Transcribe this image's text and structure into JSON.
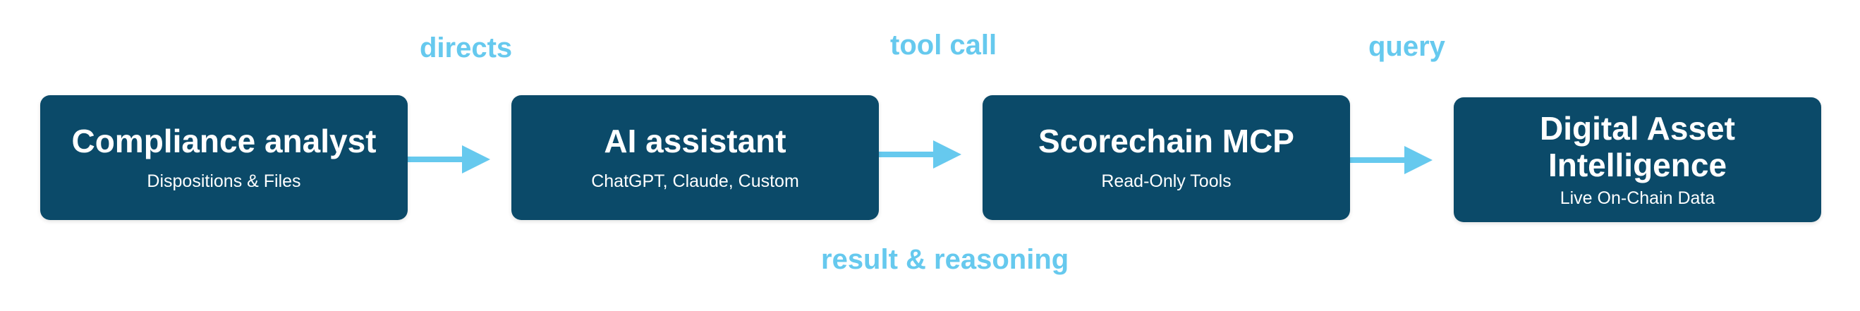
{
  "nodes": [
    {
      "title": "Compliance analyst",
      "subtitle": "Dispositions & Files"
    },
    {
      "title": "AI assistant",
      "subtitle": "ChatGPT, Claude, Custom"
    },
    {
      "title": "Scorechain MCP",
      "subtitle": "Read-Only Tools"
    },
    {
      "title": "Digital Asset Intelligence",
      "subtitle": "Live On-Chain Data"
    }
  ],
  "edge_labels": {
    "directs": "directs",
    "tool_call": "tool call",
    "query": "query",
    "result": "result & reasoning"
  },
  "colors": {
    "node_fill": "#0b4a69",
    "node_text": "#ffffff",
    "arrow": "#66c9ee",
    "label": "#66c9ee"
  }
}
